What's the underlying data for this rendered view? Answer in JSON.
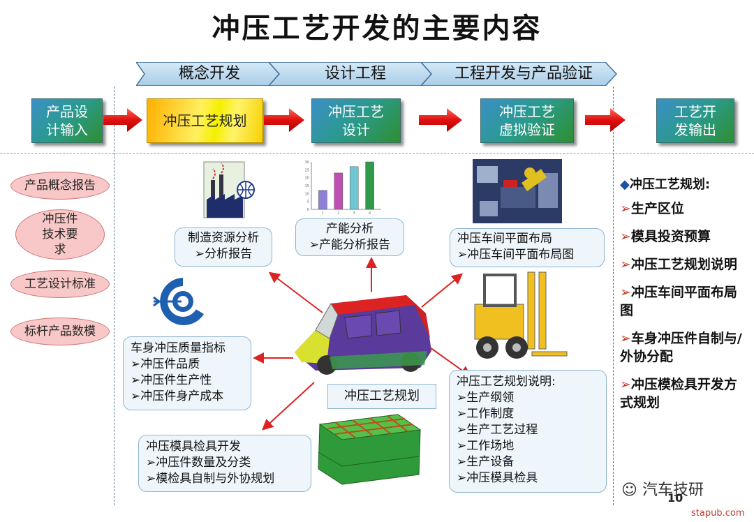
{
  "title": "冲压工艺开发的主要内容",
  "phases": [
    "概念开发",
    "设计工程",
    "工程开发与产品验证"
  ],
  "stages": [
    "产品设计输入",
    "冲压工艺规划",
    "冲压工艺设计",
    "冲压工艺虚拟验证",
    "工艺开发输出"
  ],
  "inputs": [
    "产品概念报告",
    "冲压件技术要求",
    "工艺设计标准",
    "标杆产品数模"
  ],
  "center_label": "冲压工艺规划",
  "boxes": {
    "resource": {
      "title": "制造资源分析",
      "item": "➢分析报告"
    },
    "capacity": {
      "title": "产能分析",
      "item": "➢产能分析报告"
    },
    "layout": {
      "title": "冲压车间平面布局",
      "item": "➢冲压车间平面布局图"
    },
    "quality": {
      "title": "车身冲压质量指标",
      "items": [
        "➢冲压件品质",
        "➢冲压件生产性",
        "➢冲压件身产成本"
      ]
    },
    "mold": {
      "title": "冲压模具检具开发",
      "items": [
        "➢冲压件数量及分类",
        "➢模检具自制与外协规划"
      ]
    },
    "plan": {
      "title": "冲压工艺规划说明:",
      "items": [
        "➢生产纲领",
        "➢工作制度",
        "➢生产工艺过程",
        "➢工作场地",
        "➢生产设备",
        "➢冲压模具检具"
      ]
    }
  },
  "right_panel": {
    "title": "冲压工艺规划:",
    "items": [
      "生产区位",
      "模具投资预算",
      "冲压工艺规划说明",
      "冲压车间平面布局图",
      "车身冲压件自制与/外协分配",
      "冲压模检具开发方式规划"
    ]
  },
  "bar_chart": {
    "chart_data": {
      "type": "bar",
      "categories": [
        "1",
        "2",
        "3",
        "4"
      ],
      "values": [
        12,
        23,
        27,
        30
      ],
      "ylim": [
        0,
        30
      ],
      "yticks": [
        "0",
        "5",
        "10",
        "15",
        "20",
        "25",
        "30"
      ],
      "colors": [
        "#8b7fd6",
        "#c04fb4",
        "#6fc7d6",
        "#2f9a4a"
      ]
    }
  },
  "watermark": "汽车技研",
  "page_number": "10",
  "site": "stapub.com"
}
